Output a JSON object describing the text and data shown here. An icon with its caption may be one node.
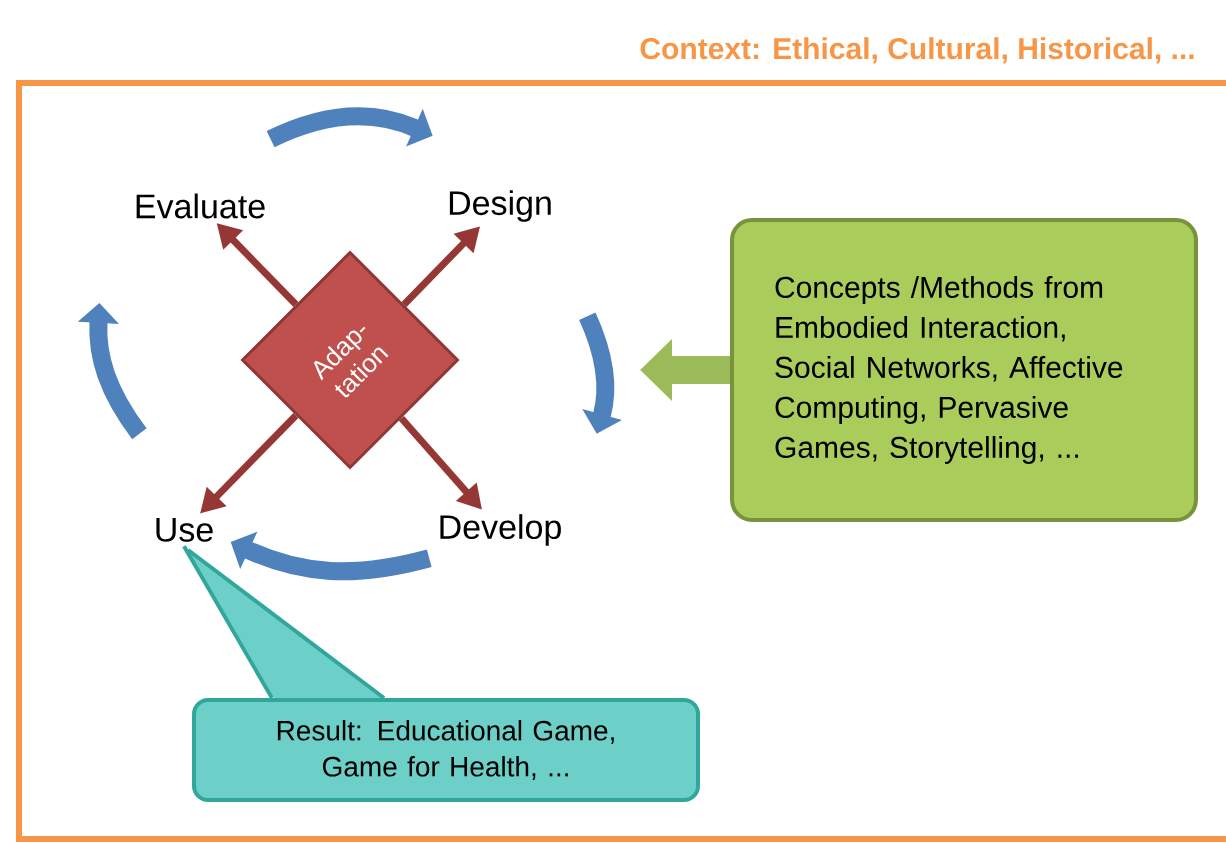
{
  "diagram": {
    "nodes": [
      {
        "text": [
          "Context: Ethical, Cultural, Historical, ..."
        ]
      },
      {
        "text": [
          "Evaluate"
        ],
        "in": 0
      },
      {
        "text": [
          "Design"
        ],
        "in": 0
      },
      {
        "text": [
          "Develop"
        ],
        "in": 0
      },
      {
        "text": [
          "Use"
        ],
        "in": 0
      },
      {
        "text": [
          "Adap- tation"
        ],
        "in": 0
      },
      {
        "text": [
          "Concepts /Methods from Embodied Interaction, Social Networks, Affective Computing, Pervasive Games, Storytelling, ..."
        ],
        "in": 0
      },
      {
        "text": [
          "Result: Educational Game, Game for Health, ..."
        ],
        "in": 0
      }
    ],
    "edges": [
      {
        "from": 1,
        "to": 2,
        "arrow": "to",
        "style": "thick"
      },
      {
        "from": 2,
        "to": 3,
        "arrow": "to",
        "style": "thick"
      },
      {
        "from": 3,
        "to": 4,
        "arrow": "to",
        "style": "thick"
      },
      {
        "from": 4,
        "to": 1,
        "arrow": "to",
        "style": "thick"
      },
      {
        "from": 5,
        "to": 1,
        "arrow": "to",
        "color": "#953735"
      },
      {
        "from": 5,
        "to": 2,
        "arrow": "to",
        "color": "#953735"
      },
      {
        "from": 5,
        "to": 4,
        "arrow": "to",
        "color": "#953735"
      },
      {
        "from": 5,
        "to": 3,
        "arrow": "to",
        "color": "#953735"
      },
      {
        "from": 6,
        "to": null,
        "arrow": "to",
        "style": "thick",
        "color": "#9bbb59"
      },
      {
        "from": 7,
        "to": 4,
        "arrow": "none",
        "color": "#31a79b"
      }
    ]
  }
}
